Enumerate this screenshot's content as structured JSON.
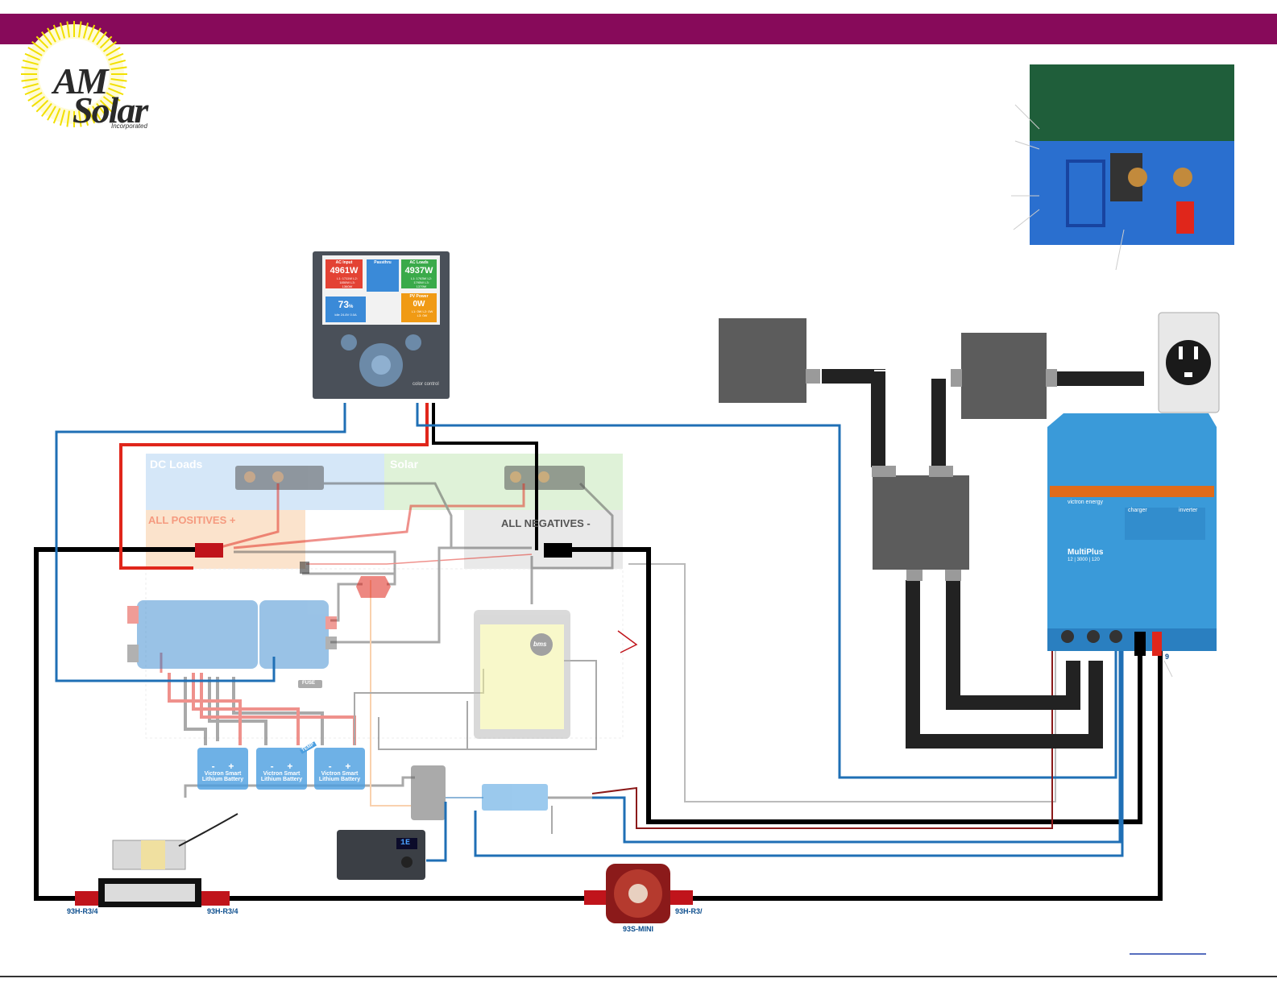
{
  "brand": {
    "logo_line1": "AM",
    "logo_line2": "Solar",
    "logo_line3": "Incorporated",
    "colors": {
      "header": "#870a5a",
      "sun": "#f5e81c",
      "positive": "#e0261b",
      "negative": "#000000",
      "data": "#1f6fb5",
      "inverter": "#3a9ad9"
    }
  },
  "color_control": {
    "tiles": {
      "ac_input": {
        "title": "AC Input",
        "value": "4961W",
        "sub": "L1: 1711W L2: 1850W L3: 1360W"
      },
      "passthru": {
        "title": "Passthru"
      },
      "ac_loads": {
        "title": "AC Loads",
        "value": "4937W",
        "sub": "L1: 1763W L2: 1795W L3: 1379W"
      },
      "battery": {
        "value": "73",
        "unit": "%",
        "sub": "Idle  24.8V  0.0A"
      },
      "pv_power": {
        "title": "PV Power",
        "value": "0W",
        "sub": "L1: 0W L2: 0W L3: 0W"
      }
    },
    "brand_text": "color control"
  },
  "zones": {
    "dc_loads": "DC Loads",
    "solar": "Solar",
    "all_positives": "ALL POSITIVES +",
    "all_negatives": "ALL NEGATIVES -"
  },
  "batteries": [
    {
      "minus": "-",
      "plus": "+",
      "name_line1": "Victron Smart",
      "name_line2": "Lithium Battery"
    },
    {
      "minus": "-",
      "plus": "+",
      "name_line1": "Victron Smart",
      "name_line2": "Lithium Battery"
    },
    {
      "minus": "-",
      "plus": "+",
      "name_line1": "Victron Smart",
      "name_line2": "Lithium Battery"
    }
  ],
  "labels": {
    "fuse_left": "93H-R3/4",
    "fuse_right": "93H-R3/4",
    "switch_right": "93H-R3/",
    "switch_bottom": "93S-MINI",
    "inverter_terminal": "9",
    "fuse_inline": "FUSE",
    "temp_label": "TEMP",
    "bms_name": "bms",
    "digital_control_value": "1E"
  },
  "multiplus": {
    "brand": "victron energy",
    "charger_title": "charger",
    "inverter_title": "inverter",
    "model_line1": "MultiPlus",
    "model_line2": "12 | 3000 | 120"
  }
}
